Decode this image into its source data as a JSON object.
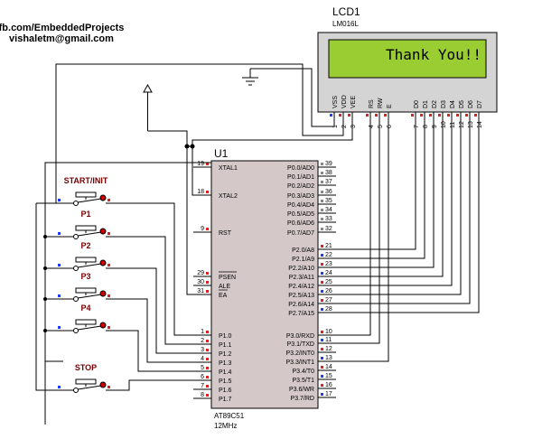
{
  "header": {
    "line1": "fb.com/EmbeddedProjects",
    "line2": "vishaletm@gmail.com"
  },
  "lcd": {
    "ref": "LCD1",
    "model": "LM016L",
    "display_text": "Thank You!!",
    "pins": [
      {
        "name": "VSS",
        "num": "1"
      },
      {
        "name": "VDD",
        "num": "2"
      },
      {
        "name": "VEE",
        "num": "3"
      },
      {
        "name": "RS",
        "num": "4"
      },
      {
        "name": "RW",
        "num": "5"
      },
      {
        "name": "E",
        "num": "6"
      },
      {
        "name": "D0",
        "num": "7"
      },
      {
        "name": "D1",
        "num": "8"
      },
      {
        "name": "D2",
        "num": "9"
      },
      {
        "name": "D3",
        "num": "10"
      },
      {
        "name": "D4",
        "num": "11"
      },
      {
        "name": "D5",
        "num": "12"
      },
      {
        "name": "D6",
        "num": "13"
      },
      {
        "name": "D7",
        "num": "14"
      }
    ]
  },
  "mcu": {
    "ref": "U1",
    "part": "AT89C51",
    "clock": "12MHz",
    "left_pins": [
      {
        "num": "19",
        "name": "XTAL1"
      },
      {
        "num": "18",
        "name": "XTAL2"
      },
      {
        "num": "9",
        "name": "RST"
      },
      {
        "num": "29",
        "name": "PSEN"
      },
      {
        "num": "30",
        "name": "ALE"
      },
      {
        "num": "31",
        "name": "EA"
      },
      {
        "num": "1",
        "name": "P1.0"
      },
      {
        "num": "2",
        "name": "P1.1"
      },
      {
        "num": "3",
        "name": "P1.2"
      },
      {
        "num": "4",
        "name": "P1.3"
      },
      {
        "num": "5",
        "name": "P1.4"
      },
      {
        "num": "6",
        "name": "P1.5"
      },
      {
        "num": "7",
        "name": "P1.6"
      },
      {
        "num": "8",
        "name": "P1.7"
      }
    ],
    "right_pins": [
      {
        "num": "39",
        "name": "P0.0/AD0"
      },
      {
        "num": "38",
        "name": "P0.1/AD1"
      },
      {
        "num": "37",
        "name": "P0.2/AD2"
      },
      {
        "num": "36",
        "name": "P0.3/AD3"
      },
      {
        "num": "35",
        "name": "P0.4/AD4"
      },
      {
        "num": "34",
        "name": "P0.5/AD5"
      },
      {
        "num": "33",
        "name": "P0.6/AD6"
      },
      {
        "num": "32",
        "name": "P0.7/AD7"
      },
      {
        "num": "21",
        "name": "P2.0/A8"
      },
      {
        "num": "22",
        "name": "P2.1/A9"
      },
      {
        "num": "23",
        "name": "P2.2/A10"
      },
      {
        "num": "24",
        "name": "P2.3/A11"
      },
      {
        "num": "25",
        "name": "P2.4/A12"
      },
      {
        "num": "26",
        "name": "P2.5/A13"
      },
      {
        "num": "27",
        "name": "P2.6/A14"
      },
      {
        "num": "28",
        "name": "P2.7/A15"
      },
      {
        "num": "10",
        "name": "P3.0/RXD"
      },
      {
        "num": "11",
        "name": "P3.1/TXD"
      },
      {
        "num": "12",
        "name": "P3.2/INT0"
      },
      {
        "num": "13",
        "name": "P3.3/INT1"
      },
      {
        "num": "14",
        "name": "P3.4/T0"
      },
      {
        "num": "15",
        "name": "P3.5/T1"
      },
      {
        "num": "16",
        "name": "P3.6/WR"
      },
      {
        "num": "17",
        "name": "P3.7/RD"
      }
    ]
  },
  "switches": [
    {
      "label": "START/INIT"
    },
    {
      "label": "P1"
    },
    {
      "label": "P2"
    },
    {
      "label": "P3"
    },
    {
      "label": "P4"
    },
    {
      "label": "STOP"
    }
  ]
}
